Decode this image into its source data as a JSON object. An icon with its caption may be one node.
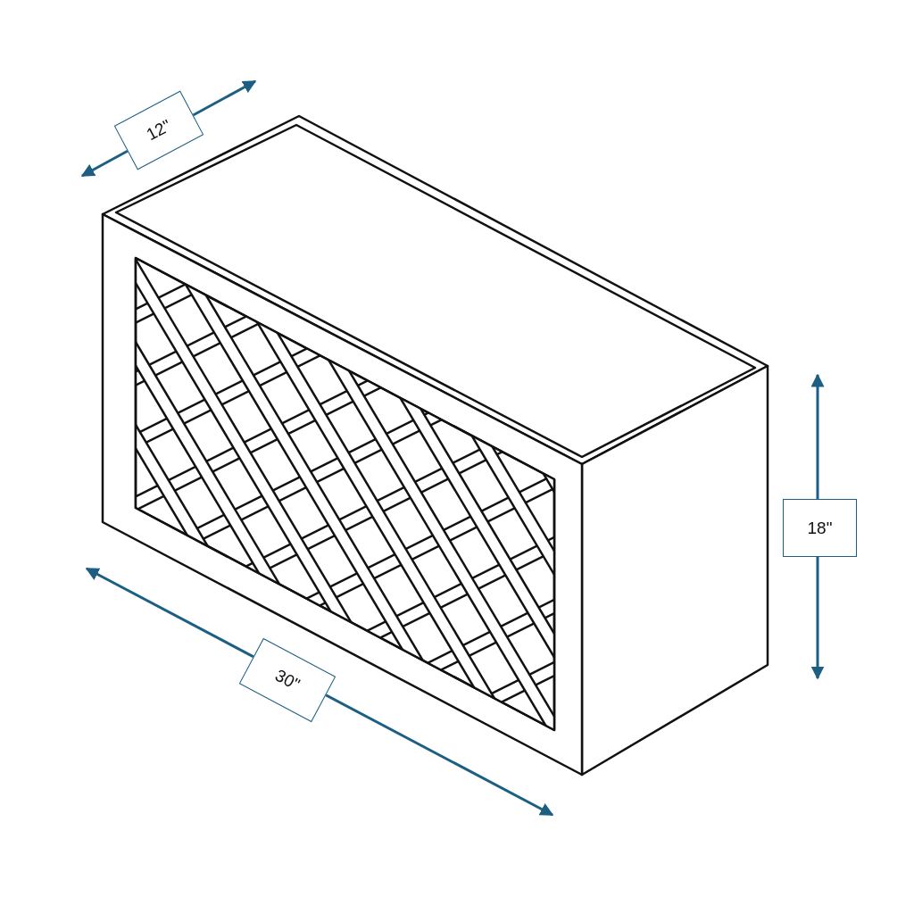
{
  "diagram": {
    "labels": [
      "12\"",
      "18\"",
      "30\""
    ]
  }
}
